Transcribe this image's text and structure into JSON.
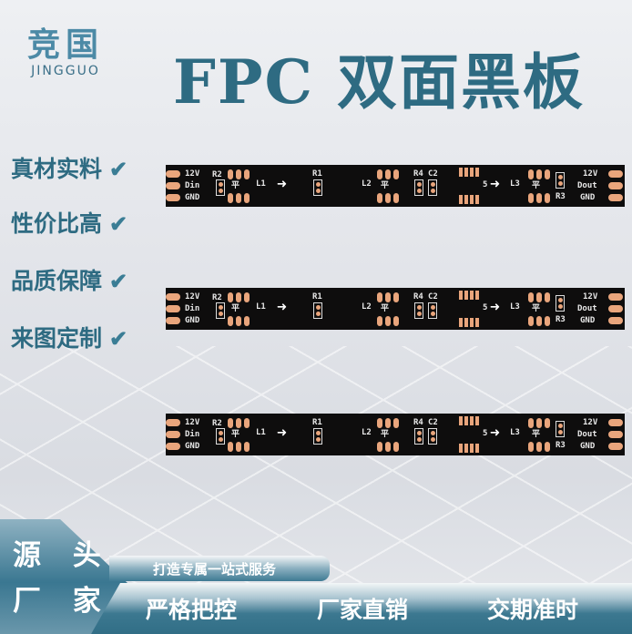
{
  "brand": {
    "name_cn": "竞国",
    "name_en": "JINGGUO"
  },
  "title": "FPC 双面黑板",
  "features": [
    "真材实料",
    "性价比高",
    "品质保障",
    "来图定制"
  ],
  "check_icon": "✔",
  "strip": {
    "left": [
      "12V",
      "Din",
      "GND"
    ],
    "right": [
      "12V",
      "Dout",
      "GND"
    ],
    "r1": "R1",
    "r2": "R2",
    "r3": "R3",
    "r4": "R4",
    "c2": "C2",
    "l1": "L1",
    "l2": "L2",
    "l3": "L3",
    "chip": "平",
    "ic": "5"
  },
  "footer": {
    "badge": [
      "源 头",
      "厂 家"
    ],
    "slogan": "打造专属一站式服务",
    "points": [
      "严格把控",
      "厂家直销",
      "交期准时"
    ]
  },
  "colors": {
    "accent": "#2e6b82",
    "pad": "#e9a57c",
    "board": "#0e0d0d"
  }
}
